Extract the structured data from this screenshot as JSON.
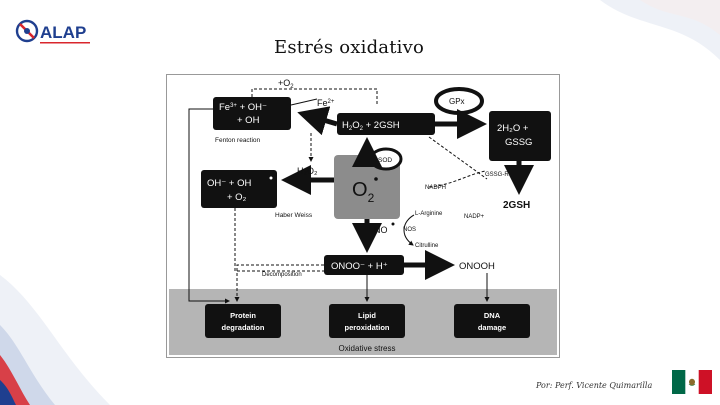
{
  "header": {
    "logo_text": "ALAP",
    "title": "Estrés oxidativo"
  },
  "diagram": {
    "o2_top": "+O",
    "o2_top_sub": "2",
    "fenton_line1": "Fe",
    "fenton_line1_sup": "3+",
    "fenton_line1_rest": " + OH⁻",
    "fenton_line2": "+ OH",
    "fenton_label": "Fenton reaction",
    "fe2": "Fe",
    "fe2_sup": "2+",
    "gpx": "GPx",
    "h2o2_2gsh_a": "H",
    "h2o2_2gsh_b": "O",
    "h2o2_2gsh_c": " + 2GSH",
    "h2o_gssg_line1": "2H₂O +",
    "h2o_gssg_line2": "GSSG",
    "sod": "SOD",
    "h2o2_left": "H₂O₂",
    "o2_center": "O",
    "o2_center_sub": "2",
    "haber_line1": "OH⁻ + OH",
    "haber_line2": "+ O₂",
    "haber_label": "Haber Weiss",
    "nadph": "NADPH",
    "gssg_r": "GSSG-R",
    "nadp": "NADP+",
    "gsh2": "2GSH",
    "larginine": "L-Arginine",
    "no": "NO",
    "nos": "NOS",
    "citrulline": "Citrulline",
    "decomposition": "Decomposition",
    "onoo_h": "ONOO⁻ + H⁺",
    "onooh": "ONOOH",
    "protein_line1": "Protein",
    "protein_line2": "degradation",
    "lipid_line1": "Lipid",
    "lipid_line2": "peroxidation",
    "dna_line1": "DNA",
    "dna_line2": "damage",
    "oxidative_stress": "Oxidative stress"
  },
  "footer": {
    "author": "Por: Perf. Vicente Quimarilla"
  },
  "colors": {
    "brand_blue": "#1f3f8f",
    "brand_red": "#d9262c",
    "box_black": "#111111",
    "panel_gray": "#b5b5b5",
    "center_gray": "#8c8c8c",
    "flag_green": "#006847",
    "flag_red": "#ce1126"
  }
}
